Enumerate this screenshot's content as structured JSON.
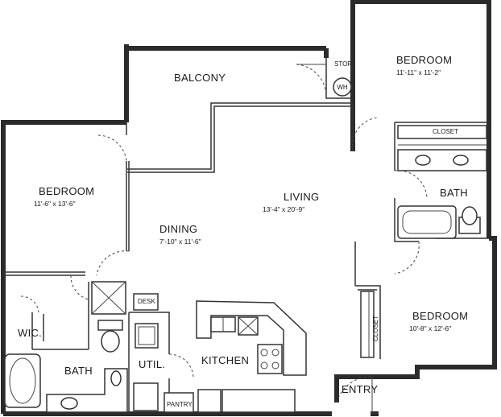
{
  "rooms": {
    "balcony": {
      "label": "BALCONY"
    },
    "stor": {
      "label": "STOR."
    },
    "wh": {
      "label": "WH"
    },
    "bedroom_ne": {
      "label": "BEDROOM",
      "dim": "11'-11\" x 11'-2\""
    },
    "closet_ne": {
      "label": "CLOSET"
    },
    "bath_e": {
      "label": "BATH"
    },
    "bedroom_w": {
      "label": "BEDROOM",
      "dim": "11'-6\" x 13'-6\""
    },
    "living": {
      "label": "LIVING",
      "dim": "13'-4\" x 20'-9\""
    },
    "dining": {
      "label": "DINING",
      "dim": "7'-10\" x 11'-6\""
    },
    "bedroom_se": {
      "label": "BEDROOM",
      "dim": "10'-8\" x 12'-6\""
    },
    "closet_se": {
      "label": "CLOSET"
    },
    "desk": {
      "label": "DESK"
    },
    "wic": {
      "label": "WIC."
    },
    "bath_w": {
      "label": "BATH"
    },
    "util": {
      "label": "UTIL."
    },
    "kitchen": {
      "label": "KITCHEN"
    },
    "pantry": {
      "label": "PANTRY"
    },
    "entry": {
      "label": "ENTRY"
    }
  }
}
